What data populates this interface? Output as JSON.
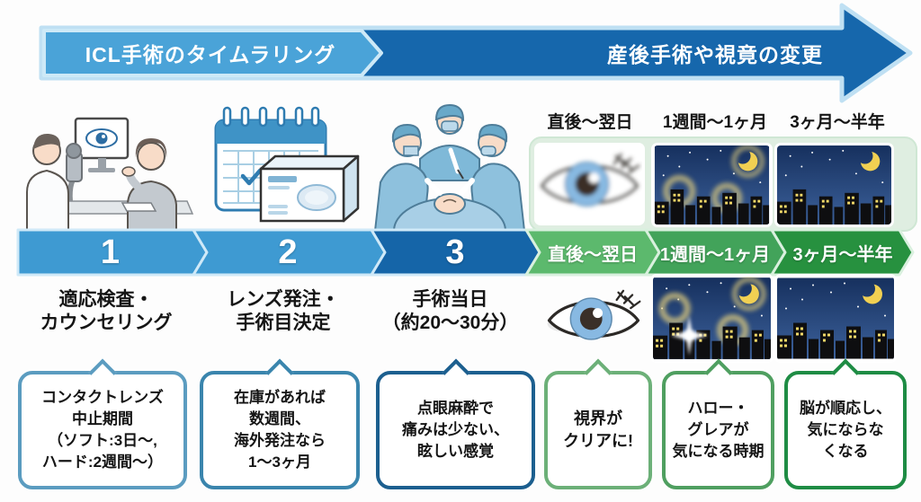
{
  "header": {
    "left_title": "ICL手術のタイムラリング",
    "right_title": "産後手術や視竟の変更"
  },
  "steps": [
    {
      "number": "1",
      "title": "適応検査・\nカウンセリング",
      "note": "コンタクトレンズ\n中止期間\n（ソフト:3日〜,\nハード:2週間〜）"
    },
    {
      "number": "2",
      "title": "レンズ発注・\n手術目決定",
      "note": "在庫があれば\n数週間、\n海外発注なら\n1〜3ヶ月"
    },
    {
      "number": "3",
      "title": "手術当日\n（約20〜30分）",
      "note": "点眼麻酔で\n痛みは少ない、\n眩しい感覚"
    }
  ],
  "phases": [
    {
      "label": "直後〜翌日",
      "note": "視界が\nクリアに!"
    },
    {
      "label": "1週間〜1ヶ月",
      "note": "ハロー・\nグレアが\n気になる時期"
    },
    {
      "label": "3ヶ月〜半年",
      "note": "脳が順応し、\n気にならな\nくなる"
    }
  ],
  "colors": {
    "banner_light_blue": "#4aa3d8",
    "banner_dark_blue": "#1667ac",
    "banner_border": "#bfe0f3",
    "chevron_blue": "#3e9ad2",
    "chevron_dark_blue": "#1565a8",
    "phase_green_light": "#5cb96d",
    "phase_green_mid": "#42a35a",
    "phase_green_dark": "#27913f",
    "recovery_panel_green": "#dfeee1",
    "bubble_border_blues": [
      "#5b9cc0",
      "#3a85ad",
      "#1c5f8f"
    ],
    "bubble_border_greens": [
      "#6cb078",
      "#4f9f60",
      "#1e8c44"
    ]
  }
}
